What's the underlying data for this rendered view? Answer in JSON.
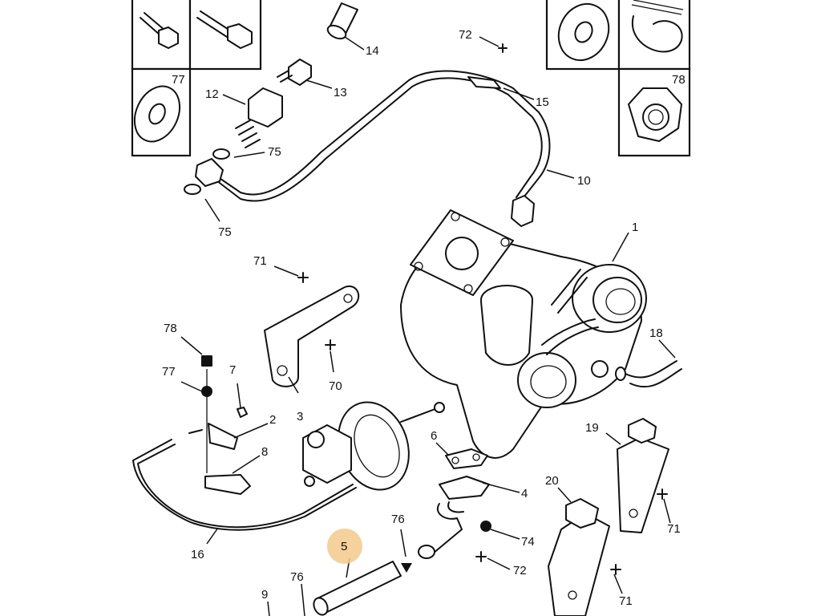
{
  "diagram": {
    "highlighted_label": "5",
    "labels": {
      "l1": "1",
      "l2": "2",
      "l3": "3",
      "l4": "4",
      "l5": "5",
      "l6": "6",
      "l7": "7",
      "l8": "8",
      "l9": "9",
      "l10": "10",
      "l12": "12",
      "l13": "13",
      "l14": "14",
      "l15": "15",
      "l16": "16",
      "l18": "18",
      "l19": "19",
      "l20": "20",
      "l70": "70",
      "l71a": "71",
      "l71b": "71",
      "l71c": "71",
      "l72a": "72",
      "l72b": "72",
      "l74": "74",
      "l75a": "75",
      "l75b": "75",
      "l76a": "76",
      "l76b": "76",
      "l77a": "77",
      "l77b": "77",
      "l78a": "78",
      "l78b": "78"
    }
  }
}
